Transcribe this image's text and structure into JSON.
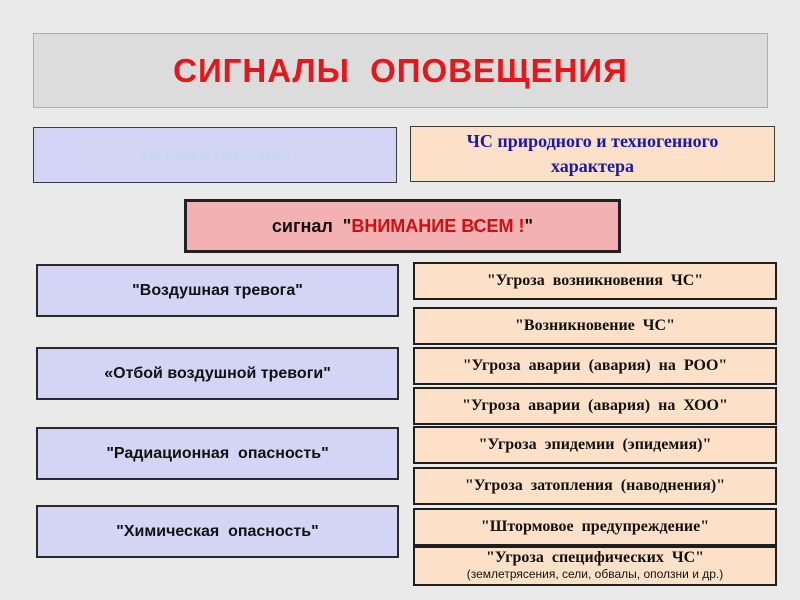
{
  "title": "СИГНАЛЫ  ОПОВЕЩЕНИЯ",
  "left_header": "военного характера",
  "right_header": {
    "line1": "ЧС  природного и техногенного",
    "line2": "характера"
  },
  "signal": {
    "prefix": "сигнал  \"",
    "highlight": "ВНИМАНИЕ  ВСЕМ !",
    "suffix": "\""
  },
  "left_items": [
    "\"Воздушная тревога\"",
    "«Отбой воздушной тревоги\"",
    "\"Радиационная  опасность\"",
    "\"Химическая  опасность\""
  ],
  "right_items": [
    "\"Угроза  возникновения  ЧС\"",
    "\"Возникновение  ЧС\"",
    "\"Угроза  аварии  (авария)  на  РОО\"",
    "\"Угроза  аварии  (авария)  на  ХОО\"",
    "\"Угроза  эпидемии  (эпидемия)\"",
    "\"Угроза  затопления  (наводнения)\"",
    "\"Штормовое  предупреждение\""
  ],
  "right_last": {
    "title": "\"Угроза  специфических  ЧС\"",
    "subtitle": "(землетрясения, сели, обвалы, оползни и др.)"
  }
}
